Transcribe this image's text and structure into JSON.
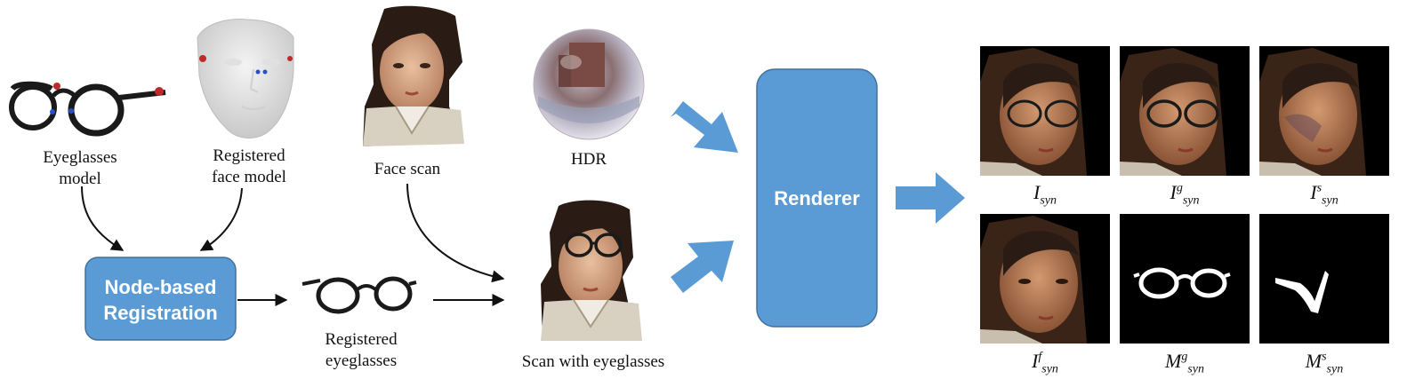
{
  "labels": {
    "eyeglasses_model": "Eyeglasses\nmodel",
    "registered_face_model": "Registered\nface model",
    "face_scan": "Face scan",
    "hdr": "HDR",
    "registered_eyeglasses": "Registered\neyeglasses",
    "scan_with_eyeglasses": "Scan with eyeglasses"
  },
  "boxes": {
    "registration": "Node-based\nRegistration",
    "renderer": "Renderer"
  },
  "outputs": [
    {
      "base": "I",
      "sup": "",
      "sub": "syn"
    },
    {
      "base": "I",
      "sup": "g",
      "sub": "syn"
    },
    {
      "base": "I",
      "sup": "s",
      "sub": "syn"
    },
    {
      "base": "I",
      "sup": "f",
      "sub": "syn"
    },
    {
      "base": "M",
      "sup": "g",
      "sub": "syn"
    },
    {
      "base": "M",
      "sup": "s",
      "sub": "syn"
    }
  ],
  "colors": {
    "box_fill": "#5b9bd5",
    "box_stroke": "#41719c",
    "arrow_blue": "#5b9bd5",
    "glasses": "#1a1a1a",
    "skin": "#c8946e",
    "hair": "#2a1c14"
  }
}
